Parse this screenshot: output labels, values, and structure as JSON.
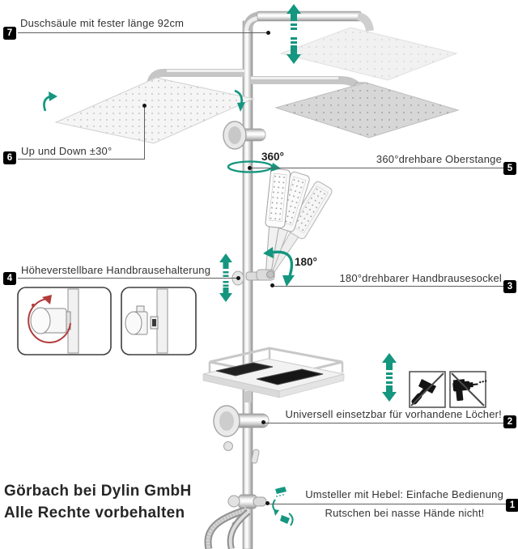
{
  "callouts": [
    {
      "num": "1",
      "label": "Umsteller mit Hebel: Einfache Bedienung",
      "label2": "Rutschen bei nasse Hände nicht!"
    },
    {
      "num": "2",
      "label": "Universell einsetzbar für vorhandene Löcher!"
    },
    {
      "num": "3",
      "label": "180°drehbarer Handbrausesockel"
    },
    {
      "num": "4",
      "label": "Höheverstellbare Handbrausehalterung"
    },
    {
      "num": "5",
      "label": "360°drehbare Oberstange"
    },
    {
      "num": "6",
      "label": "Up und Down ±30°"
    },
    {
      "num": "7",
      "label": "Duschsäule mit fester länge 92cm"
    }
  ],
  "annotations": {
    "rotation_top": "360°",
    "rotation_handle": "180°"
  },
  "footer": {
    "line1": "Görbach bei Dylin GmbH",
    "line2": "Alle Rechte vorbehalten"
  },
  "icons": {
    "up_down_arrow": "teal double block arrow",
    "rotate_360": "teal ellipse arrow around pole",
    "rotate_180": "teal curved double arrow",
    "tilt_arrow": "small teal hook arrows on head",
    "no_hammer": "crossed-out hammer",
    "no_drill": "crossed-out drill",
    "diverter_rain": "teal rain-head glyph",
    "diverter_hand": "teal hand-shower glyph",
    "rotate_knob_red": "red rotation arrow in detail box"
  },
  "colors": {
    "accent": "#14967f",
    "warning": "#b23c3c",
    "badge_bg": "#000000",
    "line": "#5f5f5f"
  }
}
